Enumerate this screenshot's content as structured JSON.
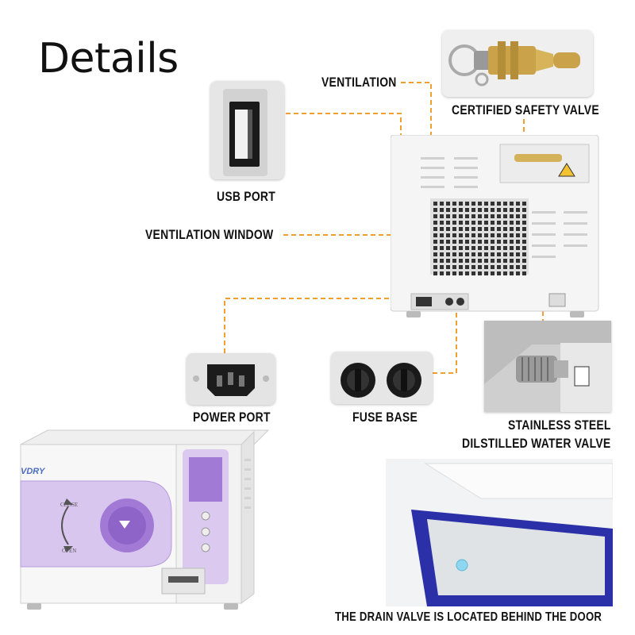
{
  "page_title": "Details",
  "labels": {
    "ventilation": "VENTILATION",
    "certified_safety_valve": "CERTIFIED SAFETY VALVE",
    "usb_port": "USB PORT",
    "ventilation_window": "VENTILATION WINDOW",
    "power_port": "POWER PORT",
    "fuse_base": "FUSE BASE",
    "steel_valve_line1": "STAINLESS STEEL",
    "steel_valve_line2": "DILSTILLED WATER VALVE",
    "drain_valve": "THE DRAIN VALVE IS LOCATED BEHIND THE DOOR"
  },
  "brand": "VDRY",
  "door_text": {
    "close": "CLOSE",
    "open": "OPEN"
  },
  "colors": {
    "leader": "#f0a030",
    "purple": "#a27ad6",
    "purple_light": "#d9c6ef",
    "blue_gasket": "#2b2fa8"
  }
}
